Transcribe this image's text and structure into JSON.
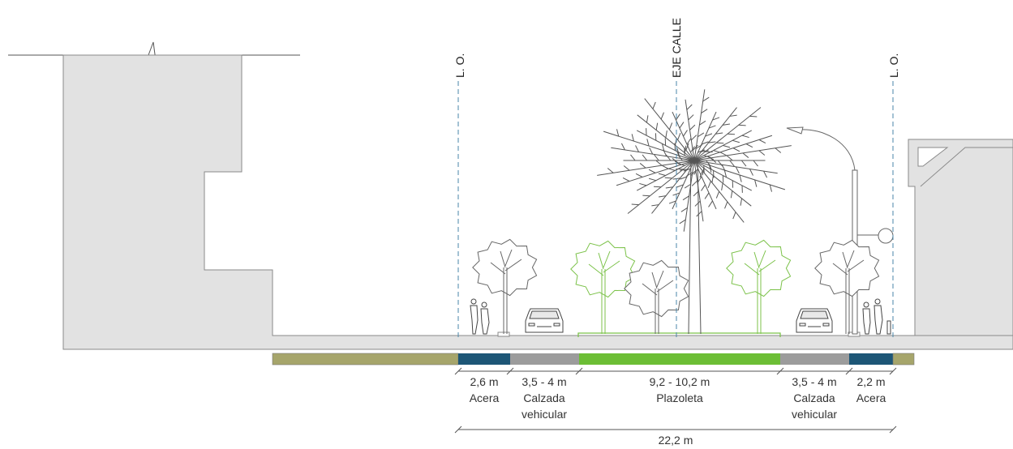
{
  "axis_labels": {
    "left_line": "L. O.",
    "center_line": "EJE CALLE",
    "right_line": "L. O."
  },
  "segments": [
    {
      "dimension": "2,6 m",
      "name": "Acera",
      "name2": ""
    },
    {
      "dimension": "3,5 - 4 m",
      "name": "Calzada",
      "name2": "vehicular"
    },
    {
      "dimension": "9,2 - 10,2 m",
      "name": "Plazoleta",
      "name2": ""
    },
    {
      "dimension": "3,5 - 4 m",
      "name": "Calzada",
      "name2": "vehicular"
    },
    {
      "dimension": "2,2 m",
      "name": "Acera",
      "name2": ""
    }
  ],
  "total_width": "22,2 m",
  "colors": {
    "building": "#e2e2e2",
    "building_outline": "#8a8a8a",
    "sidewalk_band": "#1d5676",
    "roadway_band": "#9c9c9c",
    "plaza_band": "#6cbe35",
    "private_band": "#a6a56b",
    "axis_line": "#4a86a8",
    "green_tree": "#7cc24a"
  }
}
